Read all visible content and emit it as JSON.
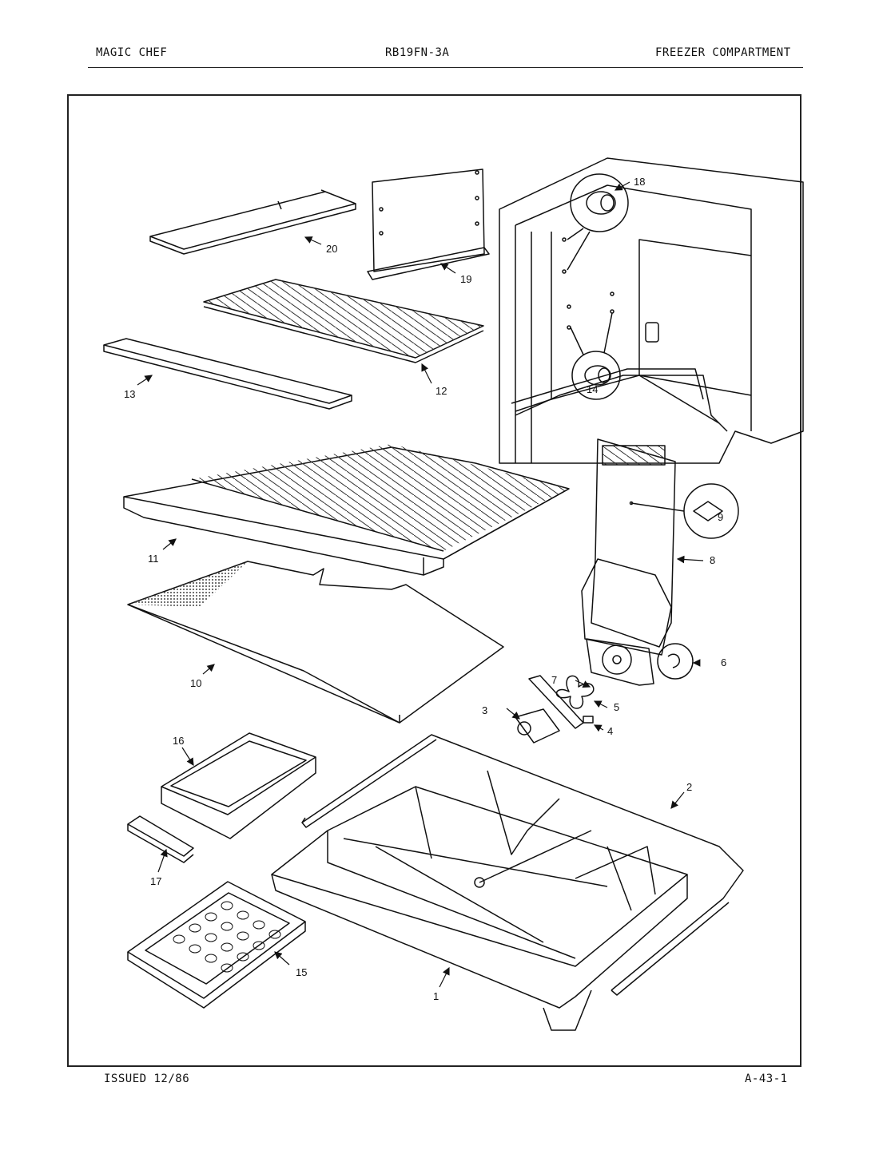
{
  "header": {
    "brand": "MAGIC CHEF",
    "model": "RB19FN-3A",
    "section": "FREEZER COMPARTMENT"
  },
  "footer": {
    "issued": "ISSUED 12/86",
    "page_code": "A-43-1"
  },
  "callouts": [
    "20",
    "19",
    "18",
    "13",
    "12",
    "14",
    "11",
    "9",
    "8",
    "10",
    "7",
    "6",
    "5",
    "3",
    "4",
    "16",
    "2",
    "17",
    "15",
    "1"
  ]
}
